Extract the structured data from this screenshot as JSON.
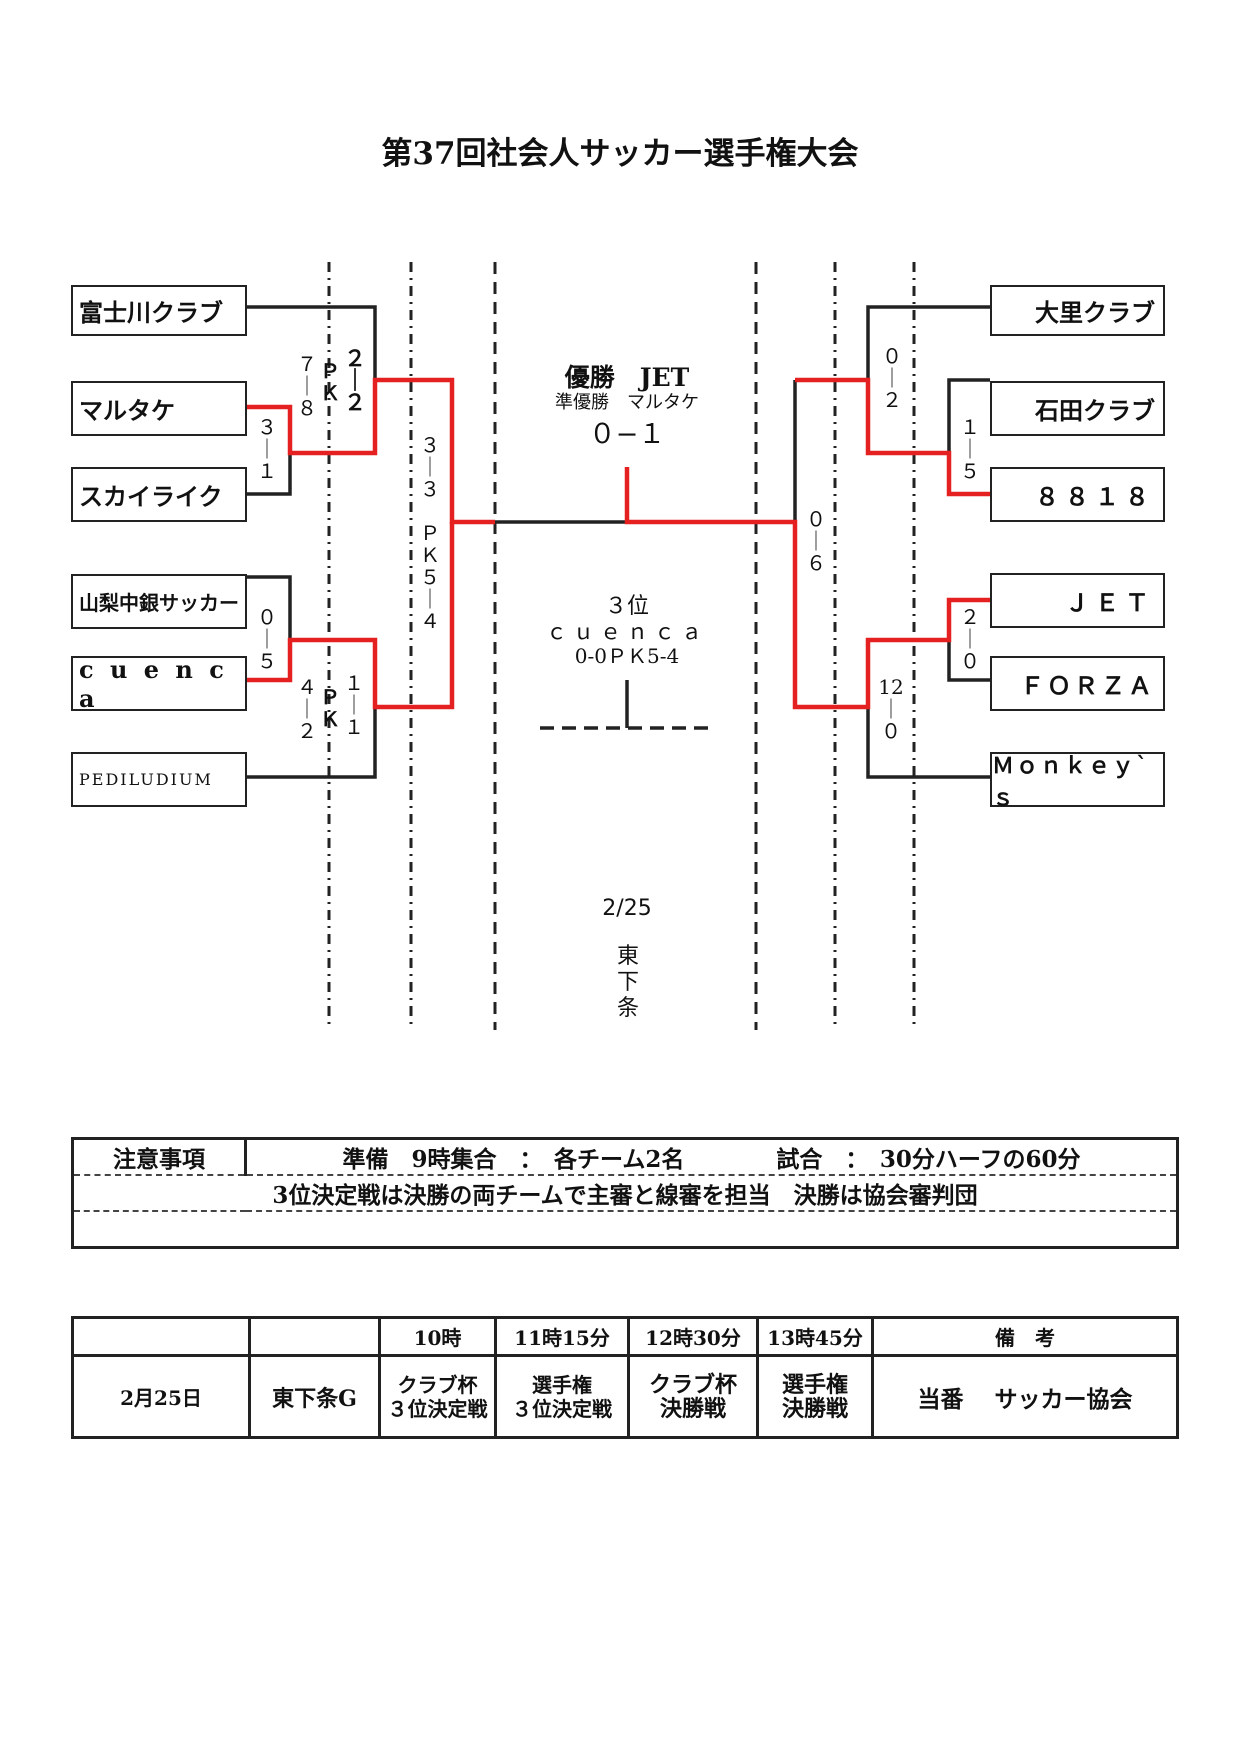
{
  "title": "第37回社会人サッカー選手権大会",
  "left_teams": [
    "富士川クラブ",
    "マルタケ",
    "スカイライク",
    "山梨中銀サッカー",
    "c u e n c a",
    "PEDILUDIUM"
  ],
  "right_teams": [
    "大里クラブ",
    "石田クラブ",
    "８８１８",
    "ＪＥＴ",
    "ＦＯＲＺＡ",
    "Ｍｏｎｋｅｙ`ｓ"
  ],
  "scores": {
    "l_r1a_pk": "７\n｜\n８",
    "l_r1a_pk_label": "Ｐ\nＫ",
    "l_r1a": "２\n｜\n２",
    "l_r0a": "３\n｜\n１",
    "l_r0b": "０\n｜\n５",
    "l_r1b_pk": "４\n｜\n２",
    "l_r1b_pk_label": "Ｐ\nＫ",
    "l_r1b": "１\n｜\n１",
    "l_semi": "３\n｜\n３\n\nＰ\nＫ\n５\n｜\n４",
    "r_r1a": "０\n｜\n２",
    "r_r0a": "１\n｜\n５",
    "r_semi": "０\n｜\n６",
    "r_r0b": "２\n｜\n０",
    "r_r1b": "12\n｜\n０"
  },
  "final": {
    "winner_label": "優勝　JET",
    "runnerup_label": "準優勝　マルタケ",
    "score": "０−１"
  },
  "third": {
    "label": "３位",
    "team": "ｃｕｅｎｃａ",
    "score": "0-0ＰＫ5-4"
  },
  "date": "2/25",
  "venue": "東\n下\n条",
  "notes": {
    "header": "注意事項",
    "line1": "準備　9時集合　：　各チーム2名　　　　試合　：　30分ハーフの60分",
    "line2": "3位決定戦は決勝の両チームで主審と線審を担当　決勝は協会審判団",
    "line3": ""
  },
  "schedule": {
    "headers": [
      "",
      "",
      "10時",
      "11時15分",
      "12時30分",
      "13時45分",
      "備　考"
    ],
    "row": [
      "2月25日",
      "東下条G",
      "クラブ杯\n３位決定戦",
      "選手権\n３位決定戦",
      "クラブ杯\n決勝戦",
      "選手権\n決勝戦",
      "当番　 サッカー協会"
    ]
  },
  "colors": {
    "win_line": "#e52020",
    "line": "#222222"
  }
}
